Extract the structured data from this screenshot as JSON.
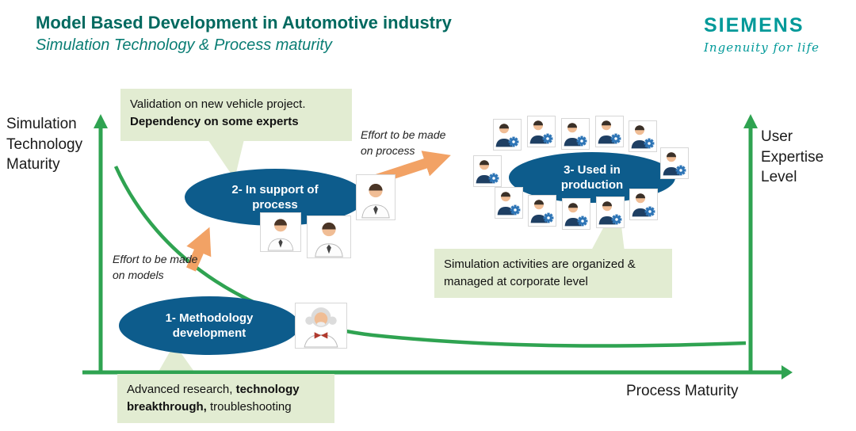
{
  "header": {
    "title": "Model Based Development in Automotive industry",
    "subtitle": "Simulation Technology & Process maturity",
    "brand": "SIEMENS",
    "tagline": "Ingenuity for life"
  },
  "axes": {
    "y_left": "Simulation Technology Maturity",
    "y_right": "User Expertise Level",
    "x": "Process Maturity"
  },
  "stages": [
    {
      "label": "1- Methodology development"
    },
    {
      "label": "2- In support of process"
    },
    {
      "label": "3- Used in production"
    }
  ],
  "callouts": {
    "validation_line1": "Validation on new vehicle project.",
    "validation_line2": "Dependency on some experts",
    "corporate": "Simulation activities are organized & managed at corporate level",
    "research_pre": "Advanced research, ",
    "research_bold": "technology breakthrough,",
    "research_post": " troubleshooting"
  },
  "effort": {
    "models": "Effort to be made on models",
    "process": "Effort to be made on process"
  },
  "icons": {
    "stage1": "professor-icon",
    "stage2": "scientist-icon",
    "stage3": "user-gear-icon"
  },
  "colors": {
    "brand_teal": "#009999",
    "title_teal": "#00695f",
    "axis_green": "#2fa351",
    "stage_blue": "#0d5c8c",
    "callout_green": "#e2ecd2",
    "arrow_orange": "#f2a265"
  }
}
